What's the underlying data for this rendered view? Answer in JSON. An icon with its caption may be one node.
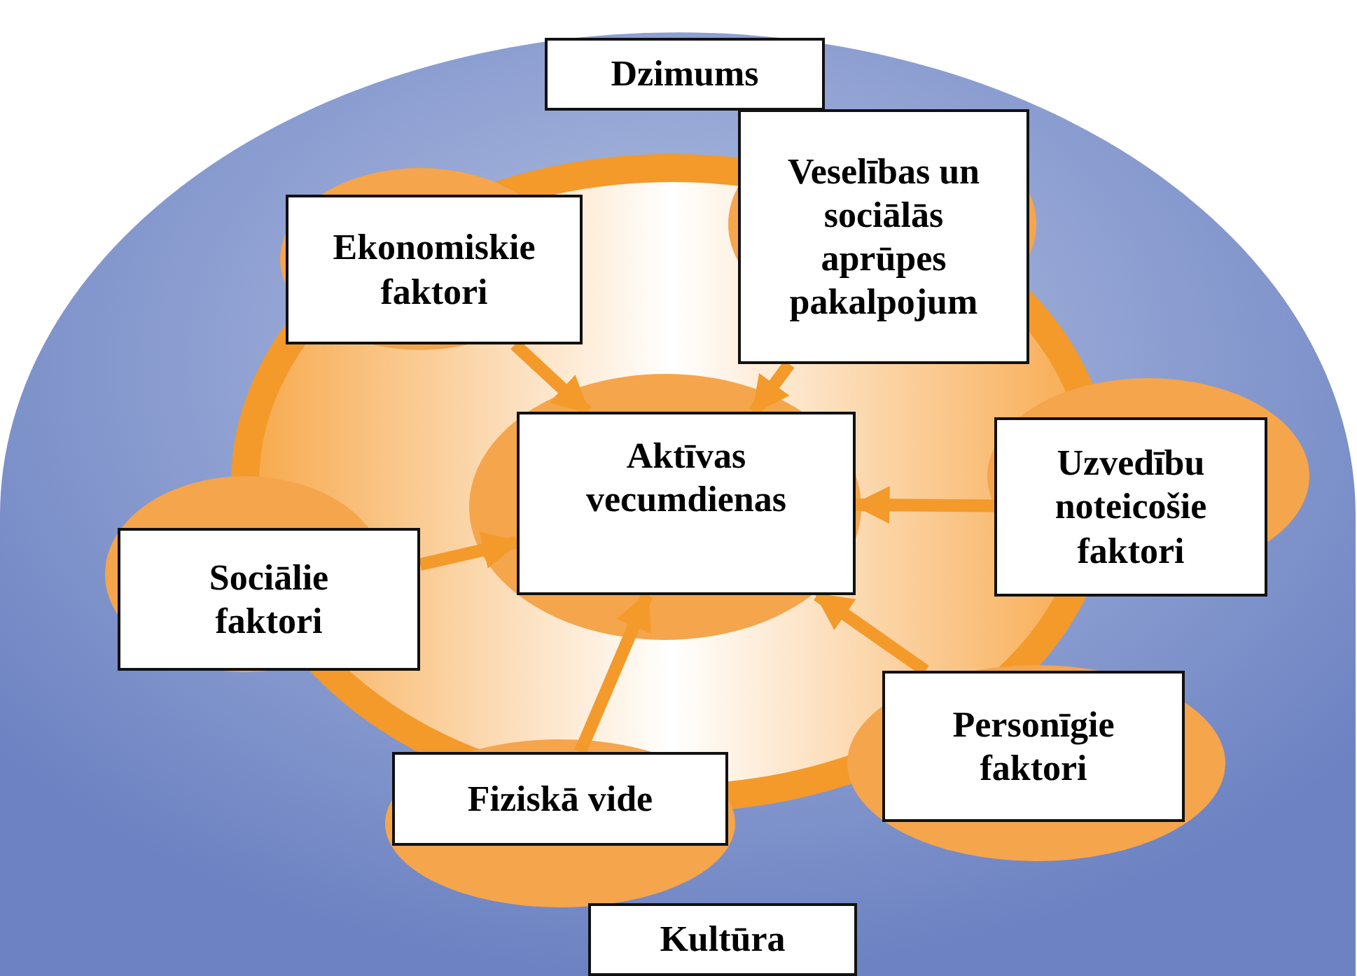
{
  "diagram": {
    "nodes": [
      {
        "text": [
          "Dzimums"
        ]
      },
      {
        "text": [
          "Ekonomiskie faktori"
        ]
      },
      {
        "text": [
          "Veselības un sociālās aprūpes pakalpojum"
        ]
      },
      {
        "text": [
          "Aktīvas vecumdienas"
        ]
      },
      {
        "text": [
          "Uzvedību noteicošie faktori"
        ]
      },
      {
        "text": [
          "Sociālie faktori"
        ]
      },
      {
        "text": [
          "Personīgie faktori"
        ]
      },
      {
        "text": [
          "Fiziskā vide"
        ]
      },
      {
        "text": [
          "Kultūra"
        ]
      }
    ],
    "edges": [
      {
        "from": 1,
        "to": 3,
        "arrow": "to"
      },
      {
        "from": 2,
        "to": 3,
        "arrow": "to"
      },
      {
        "from": 4,
        "to": 3,
        "arrow": "to"
      },
      {
        "from": 5,
        "to": 3,
        "arrow": "to"
      },
      {
        "from": 7,
        "to": 3,
        "arrow": "to"
      },
      {
        "from": 6,
        "to": 3,
        "arrow": "to"
      }
    ]
  }
}
